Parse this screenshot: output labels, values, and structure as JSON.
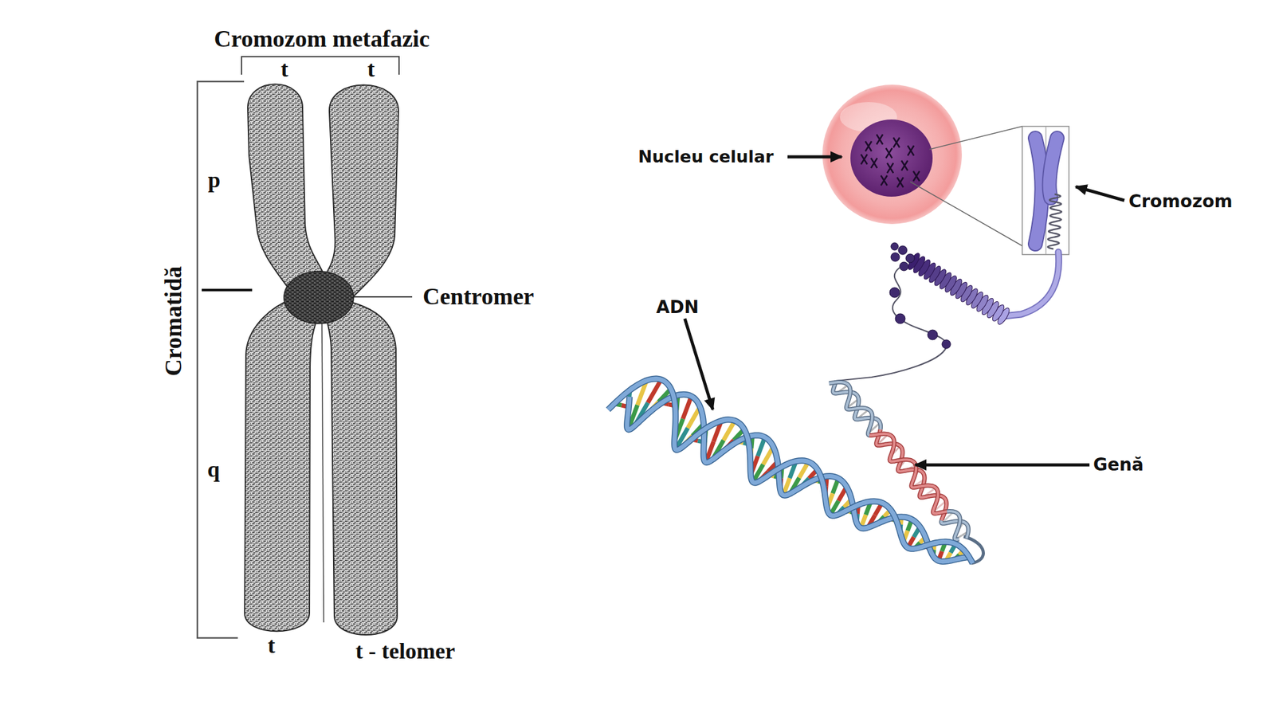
{
  "diagram": {
    "labels": [
      "Cromozom metafazic",
      "t",
      "t",
      "p",
      "Cromatidă",
      "Centromer",
      "q",
      "t",
      "t - telomer",
      "Nucleu celular",
      "Cromozom",
      "ADN",
      "Genă"
    ]
  }
}
